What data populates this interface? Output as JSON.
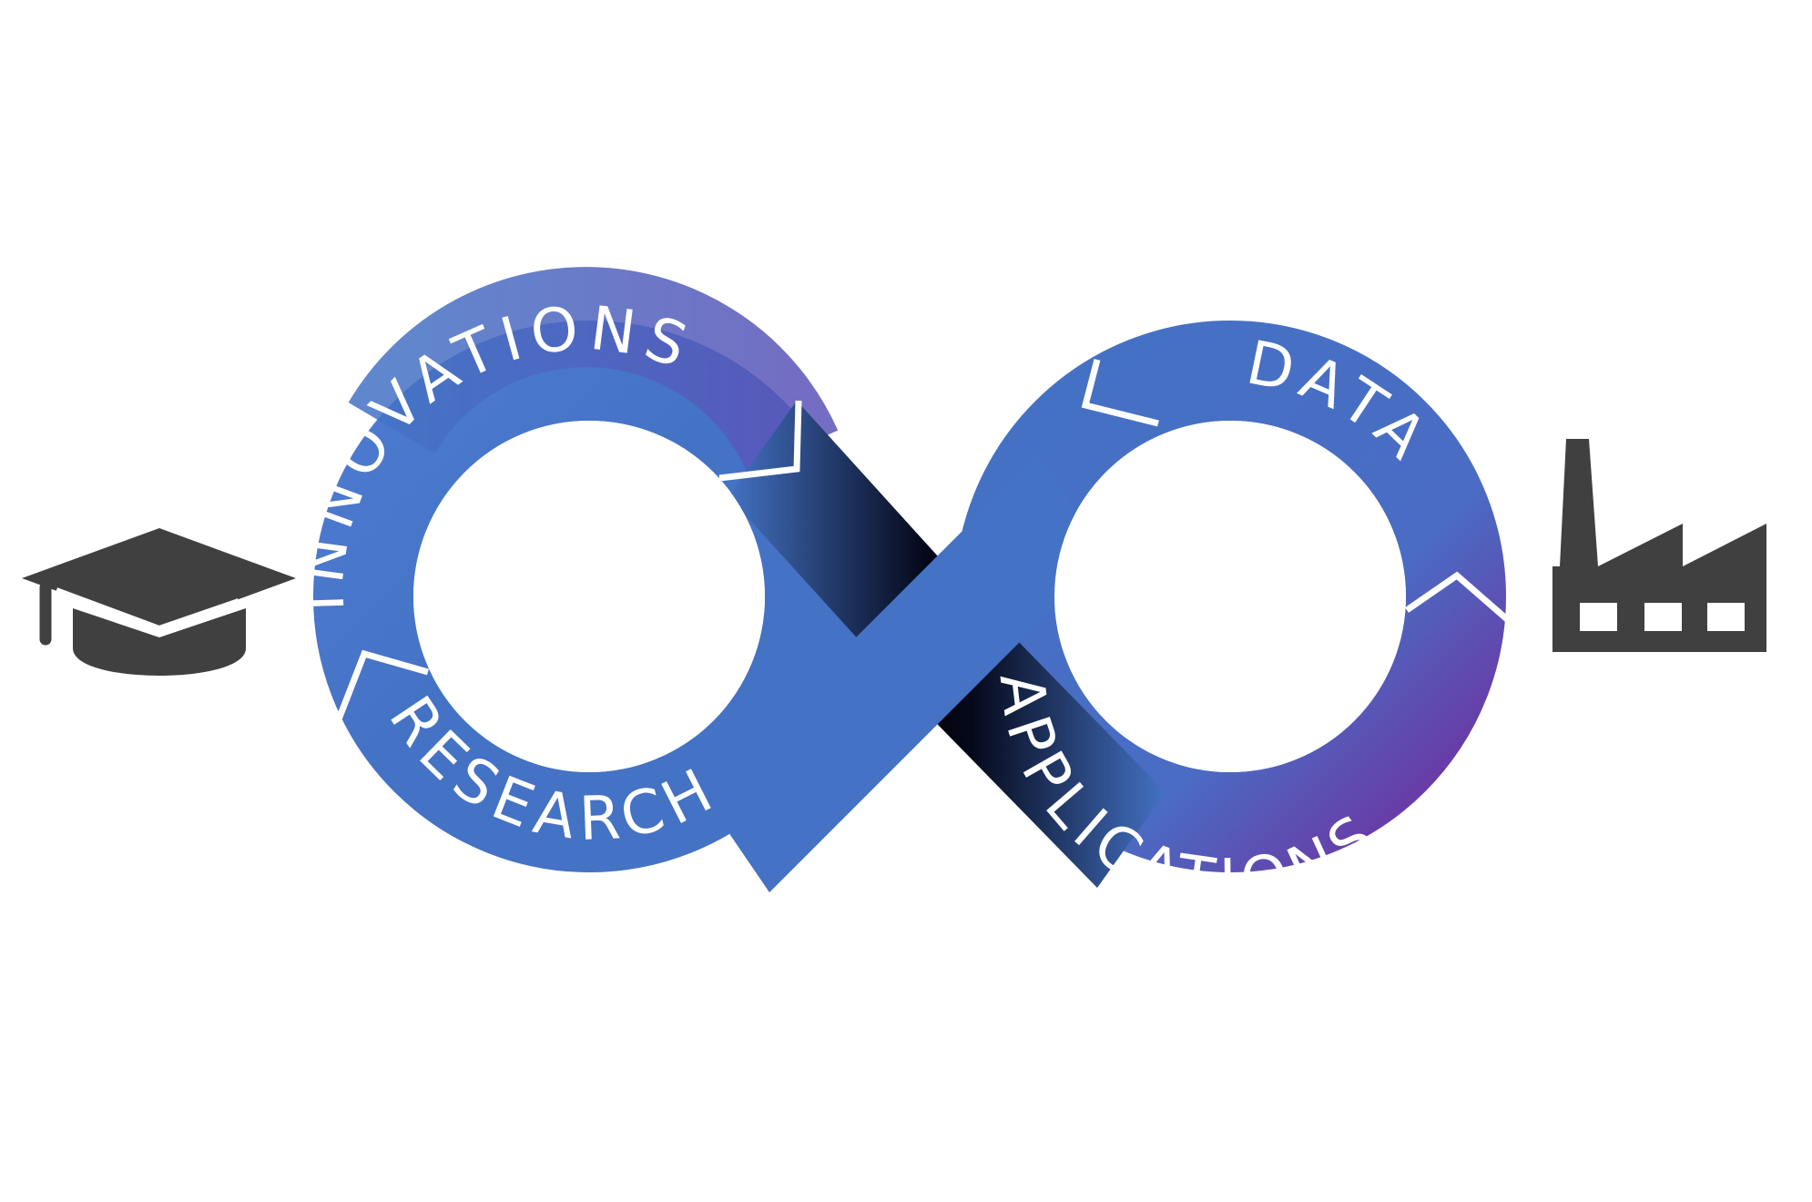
{
  "labels": {
    "innovations": "INNOVATIONS",
    "data": "DATA",
    "research": "RESEARCH",
    "applications": "APPLICATIONS"
  },
  "icons": {
    "left": "graduation-cap-icon",
    "right": "factory-icon"
  },
  "colors": {
    "ring": "#4472c4",
    "accent": "#7030a0",
    "icon": "#404040",
    "background": "#ffffff"
  }
}
